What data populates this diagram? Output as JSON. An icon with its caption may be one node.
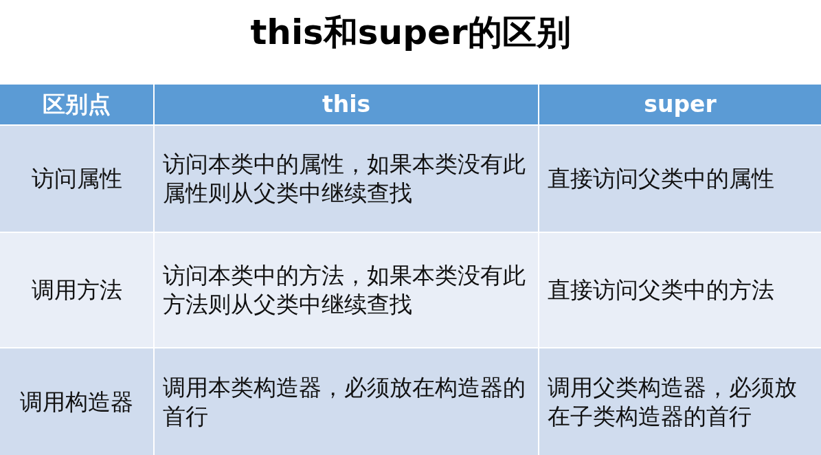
{
  "diagram": {
    "title": "this和super的区别",
    "labels": [
      "区别点",
      "this",
      "super",
      "访问属性",
      "访问本类中的属性，如果本类没有此属性则从父类中继续查找",
      "直接访问父类中的属性",
      "调用方法",
      "访问本类中的方法，如果本类没有此方法则从父类中继续查找",
      "直接访问父类中的方法",
      "调用构造器",
      "调用本类构造器，必须放在构造器的首行",
      "调用父类构造器，必须放在子类构造器的首行"
    ]
  }
}
